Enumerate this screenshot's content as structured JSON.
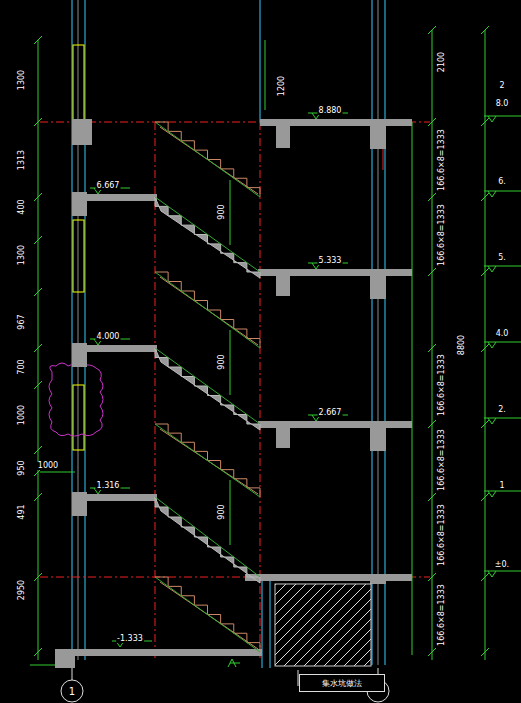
{
  "diagram": {
    "nodes": [
      {
        "text": [
          "1"
        ]
      },
      {
        "text": [
          "集水坑做法"
        ]
      }
    ],
    "labels": [
      "1300",
      "1313",
      "400",
      "1300",
      "967",
      "700",
      "1000",
      "950",
      "1000",
      "491",
      "2950",
      "6.667",
      "4.000",
      "1.316",
      "-1.333",
      "8.880",
      "5.333",
      "2.667",
      "900",
      "900",
      "900",
      "1200",
      "2100",
      "166.6×8=1333",
      "166.6×8=1333",
      "166.6×8=1333",
      "166.6×8=1333",
      "166.6×8=1333",
      "166.6×8=1333",
      "8800",
      "2",
      "8.0",
      "6.",
      "5.",
      "4.0",
      "2.",
      "1",
      "±0."
    ]
  }
}
